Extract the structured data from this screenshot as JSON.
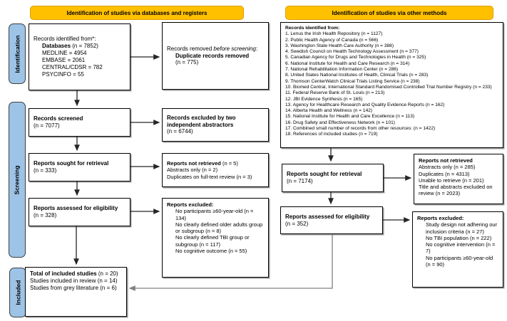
{
  "colors": {
    "header_bg": "#FFC000",
    "header_border": "#DD9F00",
    "sidebar_bg": "#9DC3E6",
    "sidebar_border": "#3F3F3F",
    "box_border": "#000000",
    "arrow": "#262626",
    "arrow_gray": "#808080"
  },
  "headers": {
    "databases": "Identification of studies via databases and registers",
    "other": "Identification of studies via other methods"
  },
  "sidebar": {
    "identification": "Identification",
    "screening": "Screening",
    "included": "Included"
  },
  "db": {
    "identified": {
      "intro": "Records identified from*:",
      "databases_bold": "Databases",
      "databases_rest": " (n = 7852)",
      "sources": [
        "MEDLINE = 4954",
        "EMBASE = 2061",
        "CENTRAL/CDSR = 782",
        "PSYCINFO = 55"
      ]
    },
    "removed": {
      "pre": "Records removed ",
      "italic": "before screening",
      "post": ":",
      "bold_line": "Duplicate records removed",
      "count": "(n = 775)"
    },
    "screened": {
      "title": "Records screened",
      "count": "(n = 7077)"
    },
    "screen_excluded": {
      "title": "Records excluded by two independent abstractors",
      "count": "(n = 6744)"
    },
    "sought": {
      "title": "Reports sought for retrieval",
      "count": "(n = 333)"
    },
    "not_retrieved": {
      "title": "Reports not retrieved",
      "title_rest": " (n = 5)",
      "lines": [
        "Abstracts only (n = 2)",
        "Duplicates on full-text review (n = 3)"
      ]
    },
    "assessed": {
      "title": "Reports assessed for eligibility",
      "count": "(n = 328)"
    },
    "excluded": {
      "title": "Reports excluded:",
      "items": [
        "No participants ≥60-year-old (n = 134)",
        "No clearly defined older adults group or subgroup (n = 8)",
        "No clearly defined TBI group or subgroup (n = 117)",
        "No cognitive outcome (n = 55)"
      ]
    },
    "included_total": {
      "title": "Total of included studies",
      "title_rest": " (n = 20)",
      "lines": [
        "Studies included in review (n = 14)",
        "Studies from grey literature (n = 6)"
      ]
    }
  },
  "other": {
    "identified": {
      "title": "Records identified from:",
      "items": [
        "1. Lenus the Irish Health Repository (n = 1127)",
        "2. Public Health Agency of Canada (n = 566)",
        "3. Washington State Health Care Authority (n = 388)",
        "4. Swedish Council on Health Technology Assessment (n = 377)",
        "5. Canadian Agency for Drugs and Technologies in Health (n = 325)",
        "6. National Institute for Health and Care Research (n = 314)",
        "7. National Rehabilitation Information Center (n = 286)",
        "8. United States National Institutes of Health, Clinical Trials (n = 283)",
        "9. Thomson CenterWatch Clinical Trials Listing Service (n = 238)",
        "10. Biomed Central, International Standard Randomised Controlled Trial Number Registry (n = 233)",
        "11. Federal Reserve Bank of St. Louis (n = 213)",
        "12. JBI Evidence Synthesis (n = 165)",
        "13. Agency for Healthcare Research and Quality Evidence Reports (n = 162)",
        "14. Alberta Health and Wellness (n = 142)",
        "15. National Institute for Health and Care Excellence (n = 113)",
        "16. Drug Safety and Effectiveness Network (n = 101)",
        "17. Combined small number of records from other resources: (n = 1422)",
        "18. References of included studies (n = 719)"
      ]
    },
    "sought": {
      "title": "Reports sought for retrieval",
      "count": "(n = 7174)"
    },
    "not_retrieved": {
      "title": "Reports not retrieved",
      "lines": [
        "Abstracts only (n = 285)",
        "Duplicates (n = 4313)",
        "Unable to retrieve (n = 201)",
        "Title and abstracts excluded on review (n = 2023)"
      ]
    },
    "assessed": {
      "title": "Reports assessed for eligibility",
      "count": "(n = 352)"
    },
    "excluded": {
      "title": "Reports excluded:",
      "items": [
        "Study design not adhering our inclusion criteria (n = 27)",
        "No TBI population (n = 222)",
        "No cognitive intervention (n = 7)",
        "No participants ≥60-year-old (n = 90)"
      ]
    }
  }
}
